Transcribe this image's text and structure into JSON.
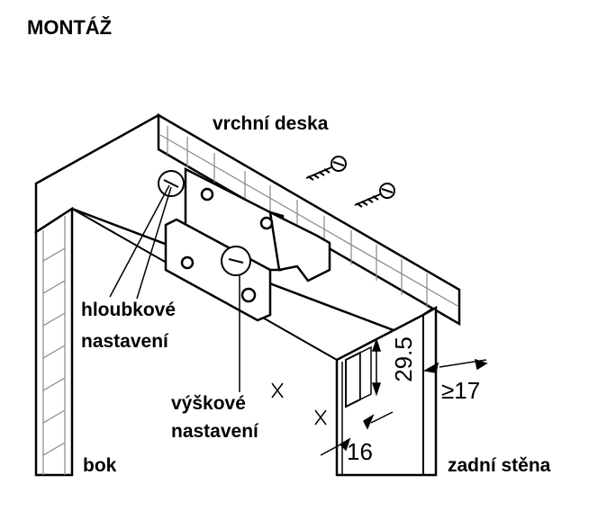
{
  "title": "MONTÁŽ",
  "labels": {
    "top_board": "vrchní deska",
    "depth_adjust_line1": "hloubkové",
    "depth_adjust_line2": "nastavení",
    "height_adjust_line1": "výškové",
    "height_adjust_line2": "nastavení",
    "side": "bok",
    "back_wall": "zadní stěna"
  },
  "dimensions": {
    "d16": "16",
    "d295": "29.5",
    "d17": "≥17"
  },
  "colors": {
    "board": "#ebebeb",
    "line": "#000000"
  }
}
